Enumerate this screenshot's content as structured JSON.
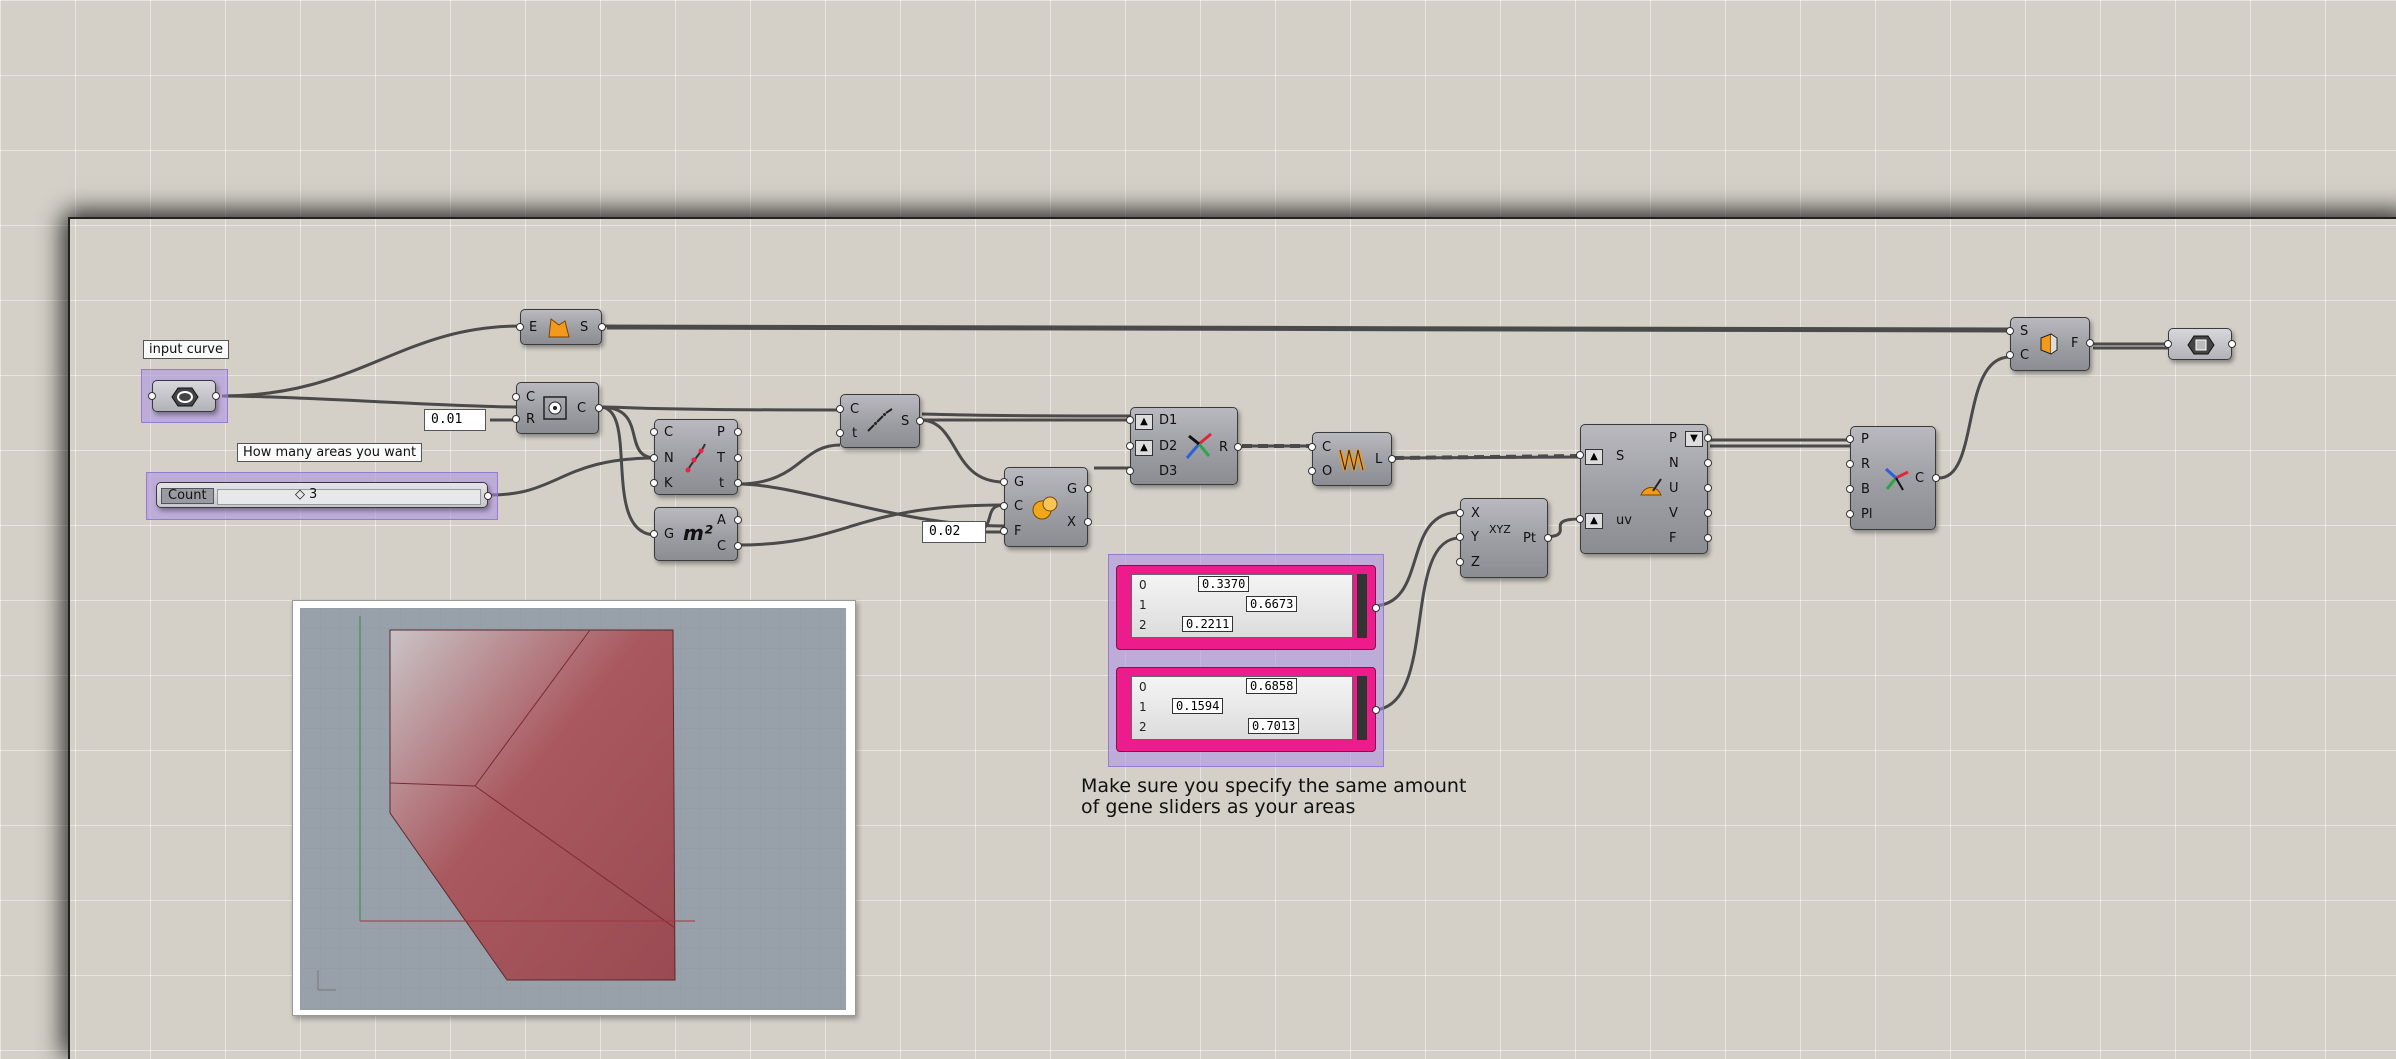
{
  "canvas": {
    "tooltips": {
      "input_curve": "input curve",
      "areas": "How many areas you want"
    },
    "slider": {
      "label": "Count",
      "value": "3"
    },
    "panels": {
      "tolerance": "0.01",
      "offset": "0.02"
    },
    "note": {
      "line1": "Make sure you specify the same amount",
      "line2": "of gene sliders as your areas"
    },
    "gene_pools": [
      {
        "indices": [
          "0",
          "1",
          "2"
        ],
        "values": [
          "0.3370",
          "0.6673",
          "0.2211"
        ]
      },
      {
        "indices": [
          "0",
          "1",
          "2"
        ],
        "values": [
          "0.6858",
          "0.1594",
          "0.7013"
        ]
      }
    ],
    "components": {
      "curve_param": {
        "icon": "curve-param-icon"
      },
      "brep_edges": {
        "inputs": [
          "E"
        ],
        "outputs": [
          "S"
        ],
        "icon": "brep-edges-icon"
      },
      "closest_point": {
        "inputs": [
          "C",
          "R"
        ],
        "outputs": [
          "C"
        ],
        "icon": "closest-point-icon"
      },
      "divide_curve": {
        "inputs": [
          "C",
          "N",
          "K"
        ],
        "outputs": [
          "P",
          "T",
          "t"
        ],
        "icon": "divide-curve-icon"
      },
      "area": {
        "inputs": [
          "G"
        ],
        "outputs": [
          "A",
          "C"
        ],
        "icon": "area-icon",
        "symbol": "m²"
      },
      "shatter": {
        "inputs": [
          "C",
          "t"
        ],
        "outputs": [
          "S"
        ],
        "icon": "shatter-icon"
      },
      "surface_split": {
        "inputs": [
          "G",
          "C",
          "F"
        ],
        "outputs": [
          "G",
          "X"
        ],
        "icon": "sphere-icon"
      },
      "remap": {
        "inputs": [
          "D1",
          "D2",
          "D3"
        ],
        "outputs": [
          "R"
        ],
        "icon": "remap-icon"
      },
      "loft": {
        "inputs": [
          "C",
          "O"
        ],
        "outputs": [
          "L"
        ],
        "icon": "loft-icon"
      },
      "construct_point": {
        "inputs": [
          "X",
          "Y",
          "Z"
        ],
        "outputs": [
          "Pt"
        ],
        "icon": "xyz-point-icon",
        "symbol": "XYZ"
      },
      "evaluate_surface": {
        "inputs": [
          "S",
          "uv"
        ],
        "outputs": [
          "P",
          "N",
          "U",
          "V",
          "F"
        ],
        "icon": "evaluate-surface-icon"
      },
      "orient": {
        "inputs": [
          "P",
          "R",
          "B",
          "Pl"
        ],
        "outputs": [
          "C"
        ],
        "icon": "orient-icon"
      },
      "cap": {
        "inputs": [
          "S",
          "C"
        ],
        "outputs": [
          "F"
        ],
        "icon": "cap-icon"
      },
      "brep_param": {
        "icon": "brep-param-icon"
      }
    },
    "colors": {
      "canvas": "#d4d0c8",
      "component": "#a0a0a8",
      "group": "#b59ae6",
      "gene_pool": "#ec1c8c",
      "preview_fill": "#a04b55"
    }
  }
}
